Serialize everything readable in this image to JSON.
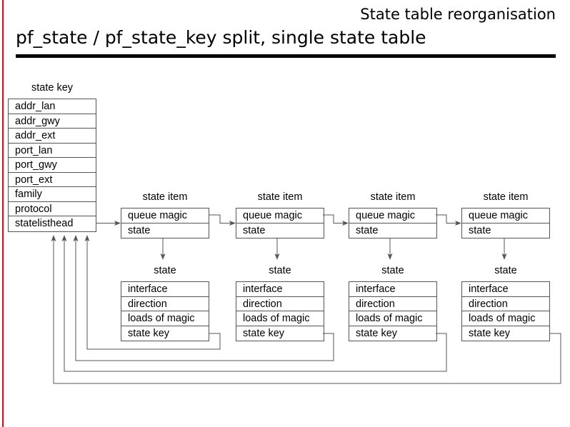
{
  "header": {
    "topic": "State table reorganisation",
    "title": "pf_state / pf_state_key split, single state table",
    "accent_color": "#ff0000",
    "rule_color": "#000000"
  },
  "diagram": {
    "line_color": "#555555",
    "state_key": {
      "caption": "state key",
      "rows": [
        "addr_lan",
        "addr_gwy",
        "addr_ext",
        "port_lan",
        "port_gwy",
        "port_ext",
        "family",
        "protocol",
        "statelisthead"
      ]
    },
    "state_item": {
      "caption": "state item",
      "rows": [
        "queue magic",
        "state"
      ],
      "count": 4
    },
    "state": {
      "caption": "state",
      "rows": [
        "interface",
        "direction",
        "loads of magic",
        "state key"
      ],
      "count": 4
    },
    "columns": [
      {
        "caption_item": "state item",
        "caption_state": "state"
      },
      {
        "caption_item": "state item",
        "caption_state": "state"
      },
      {
        "caption_item": "state item",
        "caption_state": "state"
      },
      {
        "caption_item": "state item",
        "caption_state": "state"
      }
    ]
  }
}
